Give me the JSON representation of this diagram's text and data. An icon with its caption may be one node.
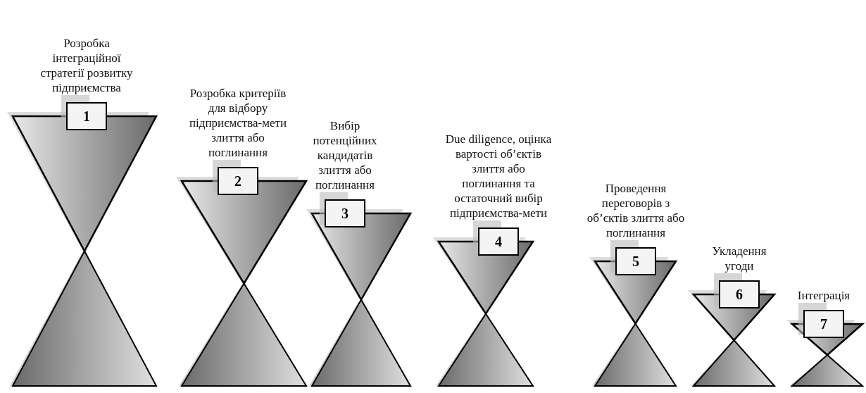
{
  "diagram": {
    "nodes": [
      {
        "text": [
          "Розробка інтеграційної стратегії розвитку підприємства",
          "1"
        ]
      },
      {
        "text": [
          "Розробка критеріїв для відбору підприємства-мети злиття або поглинання",
          "2"
        ]
      },
      {
        "text": [
          "Вибір потенційних кандидатів злиття або поглинання",
          "3"
        ]
      },
      {
        "text": [
          "Due diligence, оцінка вартості об’єктів злиття або поглинання та остаточний вибір підприємства-мети",
          "4"
        ]
      },
      {
        "text": [
          "Проведення переговорів з об’єктів злиття або поглинання",
          "5"
        ]
      },
      {
        "text": [
          "Укладення угоди",
          "6"
        ]
      },
      {
        "text": [
          "Інтеграція",
          "7"
        ]
      }
    ]
  }
}
